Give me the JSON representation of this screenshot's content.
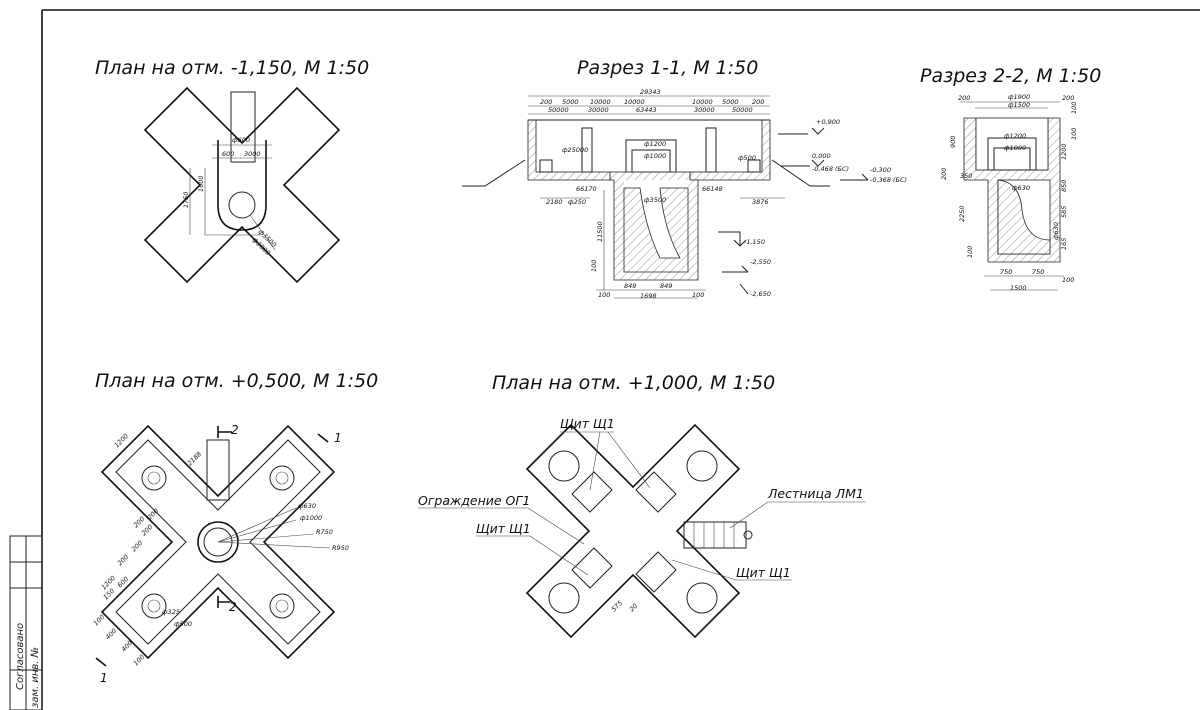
{
  "titles": {
    "plan_low": "План на отм. -1,150, М 1:50",
    "section_11": "Разрез 1-1, М 1:50",
    "section_22": "Разрез 2-2, М 1:50",
    "plan_mid": "План на отм. +0,500, М 1:50",
    "plan_top": "План на отм. +1,000, М 1:50"
  },
  "callouts": {
    "shield_top": "Щит Щ1",
    "fence": "Ограждение ОГ1",
    "shield_left": "Щит Щ1",
    "ladder": "Лестница ЛМ1",
    "shield_right": "Щит Щ1"
  },
  "section_marks": {
    "cut1_top": "1",
    "cut1_bottom": "1",
    "cut2_top": "2",
    "cut2_bottom": "2"
  },
  "stamp": {
    "agreed": "Согласовано",
    "inv": "зам. инв. №"
  },
  "dims": {
    "plan_low": [
      "ф600",
      "600",
      "3000",
      "1600",
      "1750",
      "ф3500",
      "ф3000"
    ],
    "section_11": [
      "29343",
      "200",
      "5000",
      "10000",
      "10000",
      "10000",
      "5000",
      "200",
      "50000",
      "30000",
      "63443",
      "30000",
      "50000",
      "ф25000",
      "ф1200",
      "ф1000",
      "ф500",
      "66170",
      "66148",
      "ф3500",
      "2180",
      "ф250",
      "3876",
      "11500",
      "100",
      "849",
      "849",
      "1698",
      "100",
      "100",
      "+0,900",
      "0,000",
      "-0,468 (БС)",
      "-0,300",
      "-0,368 (БС)",
      "-1,150",
      "-2,550",
      "-2,650"
    ],
    "section_22": [
      "200",
      "ф1900",
      "200",
      "ф1500",
      "100",
      "ф1200",
      "ф1000",
      "100",
      "900",
      "1200",
      "200",
      "350",
      "ф630",
      "850",
      "585",
      "2250",
      "ф630",
      "165",
      "100",
      "750",
      "750",
      "100",
      "1500"
    ],
    "plan_mid": [
      "1200",
      "2188",
      "ф630",
      "ф1000",
      "R750",
      "R950",
      "ф325",
      "ф500",
      "200",
      "200",
      "200",
      "600",
      "100",
      "400",
      "400",
      "100",
      "150",
      "200",
      "200",
      "1200"
    ],
    "plan_top": [
      "575",
      "20"
    ]
  }
}
